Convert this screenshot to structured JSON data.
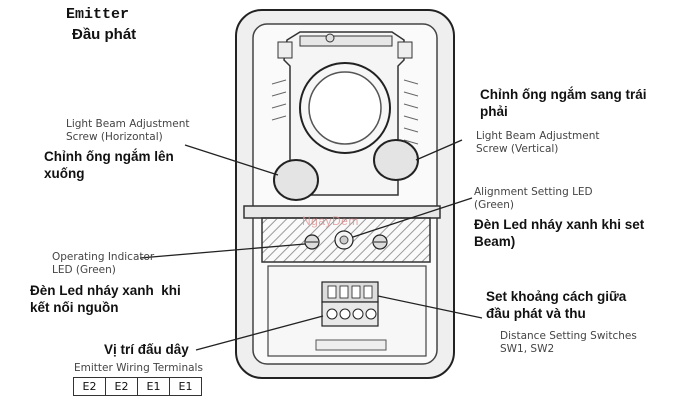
{
  "title": {
    "en": "Emitter",
    "vi": "Đầu phát"
  },
  "labels": {
    "horizontal_en": "Light Beam Adjustment\nScrew (Horizontal)",
    "horizontal_vi": "Chỉnh ống ngắm lên\nxuống",
    "vertical_vi": "Chỉnh ống ngắm sang trái\nphải",
    "vertical_en": "Light Beam Adjustment\nScrew (Vertical)",
    "alignment_en": "Alignment Setting LED\n(Green)",
    "alignment_vi": "Đèn Led nháy xanh khi set\nBeam)",
    "operating_en": "Operating Indicator\nLED (Green)",
    "operating_vi": "Đèn Led nháy xanh  khi\nkết nối nguồn",
    "distance_vi": "Set khoảng cách giữa\nđầu phát và thu",
    "distance_en": "Distance Setting Switches\nSW1, SW2",
    "wiring_vi": "Vị trí đấu dây",
    "wiring_en": "Emitter Wiring Terminals"
  },
  "terminals": [
    "E2",
    "E2",
    "E1",
    "E1"
  ],
  "watermark": "NgayDem",
  "colors": {
    "line": "#222222",
    "body": "#f2f2f2",
    "hatch": "#9a9a9a"
  }
}
